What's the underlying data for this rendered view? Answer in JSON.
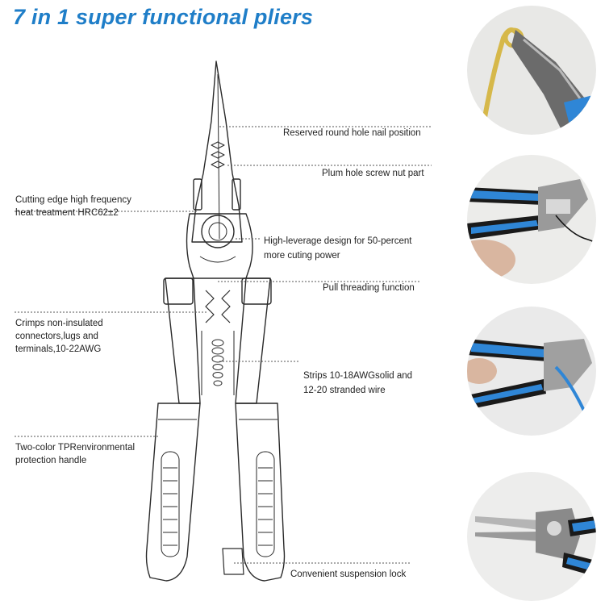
{
  "title": "7 in 1 super functional pliers",
  "callouts": {
    "round_hole": "Reserved round hole nail position",
    "plum_hole": "Plum hole screw nut part",
    "cutting_edge_1": "Cutting edge high frequency",
    "cutting_edge_2": "heat treatment HRC62±2",
    "leverage_1": "High-leverage design for 50-percent",
    "leverage_2": "more cuting power",
    "pull_thread": "Pull threading function",
    "crimp_1": "Crimps non-insulated",
    "crimp_2": "connectors,lugs and",
    "crimp_3": "terminals,10-22AWG",
    "strip_1": "Strips 10-18AWGsolid and",
    "strip_2": "12-20 stranded wire",
    "handle_1": "Two-color TPRenvironmental",
    "handle_2": "protection handle",
    "lock": "Convenient suspension lock"
  },
  "photos": [
    "pliers-looping-wire",
    "pliers-stripping-wire",
    "pliers-cutting-blue-wire",
    "pliers-nose-closeup"
  ],
  "colors": {
    "title": "#1f7ec8",
    "handle_blue": "#2f86d6",
    "handle_black": "#1a1a1a"
  }
}
